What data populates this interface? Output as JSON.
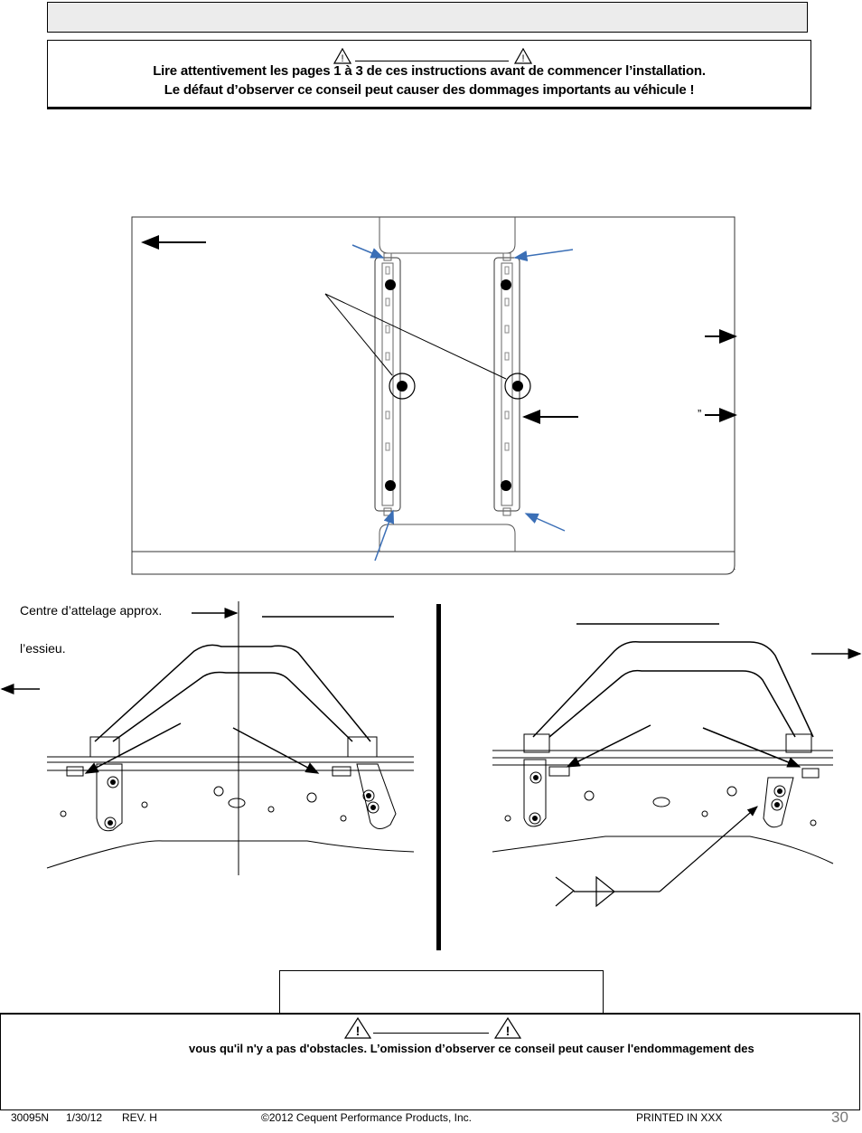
{
  "warning": {
    "line1": "Lire attentivement les pages 1 à 3 de ces instructions avant de commencer l’installation.",
    "line2": "Le défaut d’observer ce conseil peut causer des dommages importants au véhicule !"
  },
  "diagram_labels": {
    "hitch_center": "Centre d’attelage approx.",
    "axle": "l’essieu.",
    "quote_mark": "”"
  },
  "bottom_warning": {
    "text": "vous qu'il n'y a pas d'obstacles. L’omission d’observer ce conseil peut causer l'endommagement des"
  },
  "footer": {
    "part_no": "30095N",
    "date": "1/30/12",
    "rev": "REV. H",
    "copyright": "©2012 Cequent Performance Products, Inc.",
    "printed": "PRINTED IN XXX",
    "page": "30"
  }
}
